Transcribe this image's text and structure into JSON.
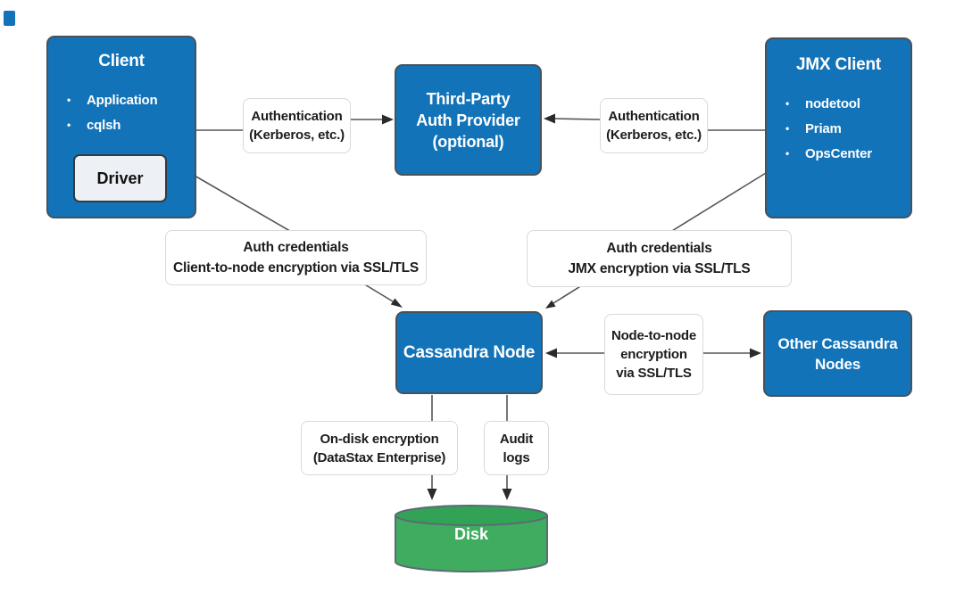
{
  "nodes": {
    "client": {
      "title": "Client",
      "bullets": [
        "Application",
        "cqlsh"
      ],
      "driver": "Driver"
    },
    "third_party_auth_provider": {
      "lines": [
        "Third-Party",
        "Auth Provider",
        "(optional)"
      ]
    },
    "jmx_client": {
      "title": "JMX Client",
      "bullets": [
        "nodetool",
        "Priam",
        "OpsCenter"
      ]
    },
    "cassandra_node": {
      "title": "Cassandra Node"
    },
    "other_cassandra_nodes": {
      "lines": [
        "Other Cassandra",
        "Nodes"
      ]
    },
    "disk": {
      "title": "Disk"
    }
  },
  "edge_labels": {
    "auth_left": {
      "lines": [
        "Authentication",
        "(Kerberos, etc.)"
      ]
    },
    "auth_right": {
      "lines": [
        "Authentication",
        "(Kerberos, etc.)"
      ]
    },
    "creds_client": {
      "lines": [
        "Auth credentials",
        "Client-to-node encryption via SSL/TLS"
      ]
    },
    "creds_jmx": {
      "lines": [
        "Auth credentials",
        "JMX encryption via SSL/TLS"
      ]
    },
    "node_to_node": {
      "lines": [
        "Node-to-node",
        "encryption",
        "via SSL/TLS"
      ]
    },
    "on_disk": {
      "lines": [
        "On-disk encryption",
        "(DataStax Enterprise)"
      ]
    },
    "audit_logs": {
      "lines": [
        "Audit",
        "logs"
      ]
    }
  },
  "bullet_glyph": "•",
  "colors": {
    "node_fill": "#1273B9",
    "node_border": "#47525A",
    "node_text": "#FFFFFF",
    "driver_fill": "#EDF0F4",
    "label_border": "#D9D9D9",
    "label_text": "#1C1C1C",
    "connector": "#555555",
    "arrowhead": "#2B2B2B",
    "disk_fill": "#3FAC60",
    "disk_top_fill": "#32A356",
    "disk_border": "#5B6B74"
  }
}
